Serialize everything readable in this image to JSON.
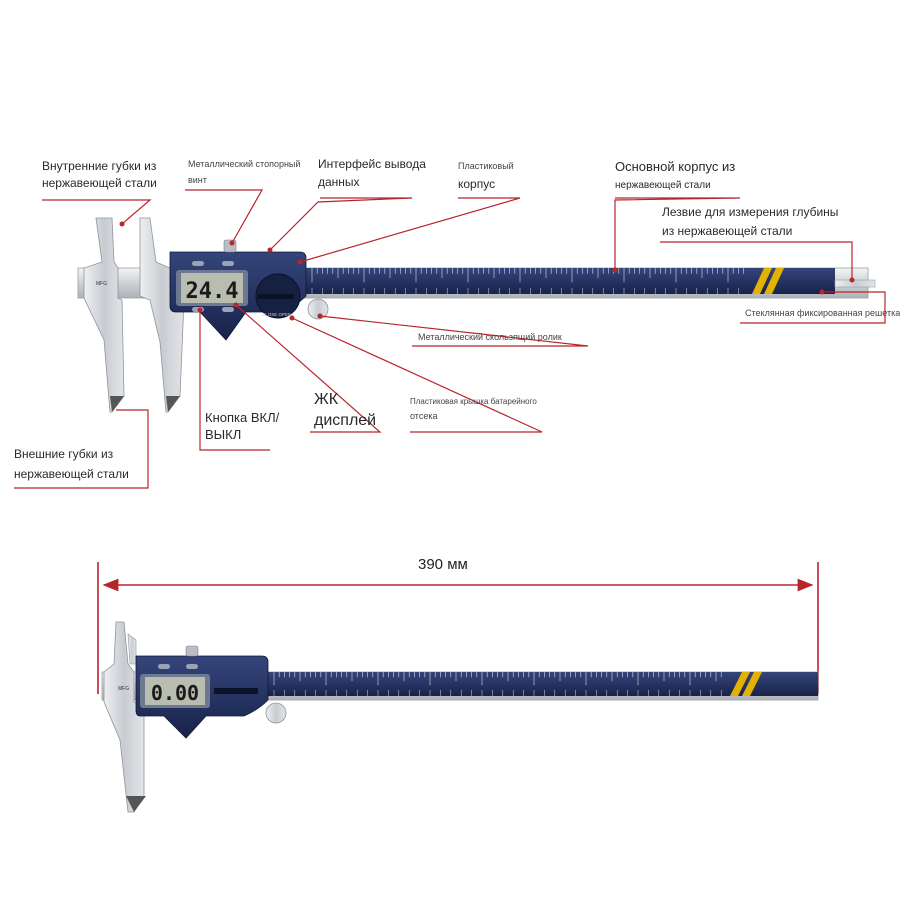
{
  "labels": {
    "inner_jaws_1": "Внутренние губки из",
    "inner_jaws_2": "нержавеющей стали",
    "lock_screw_1": "Металлический стопорный",
    "lock_screw_2": "винт",
    "data_port_1": "Интерфейс вывода",
    "data_port_2": "данных",
    "plastic_body_1": "Пластиковый",
    "plastic_body_2": "корпус",
    "main_body_1": "Основной корпус из",
    "main_body_2": "нержавеющей стали",
    "depth_blade_1": "Лезвие для измерения глубины",
    "depth_blade_2": "из нержавеющей стали",
    "glass_grid": "Стеклянная фиксированная решетка",
    "roller": "Металлический скользящий ролик",
    "battery_cover_1": "Пластиковая крышка батарейного",
    "battery_cover_2": "отсека",
    "lcd_1": "ЖК",
    "lcd_2": "дисплей",
    "power_1": "Кнопка ВКЛ/",
    "power_2": "ВЫКЛ",
    "outer_jaws_1": "Внешние губки из",
    "outer_jaws_2": "нержавеющей стали"
  },
  "dimension": {
    "length": "390 мм"
  },
  "displays": {
    "top": "24.4",
    "bottom": "0.00"
  },
  "colors": {
    "leader": "#b8252b",
    "dark_body": "#1f2c5a",
    "steel": "#cfd3d8",
    "accent": "#e3b200"
  }
}
